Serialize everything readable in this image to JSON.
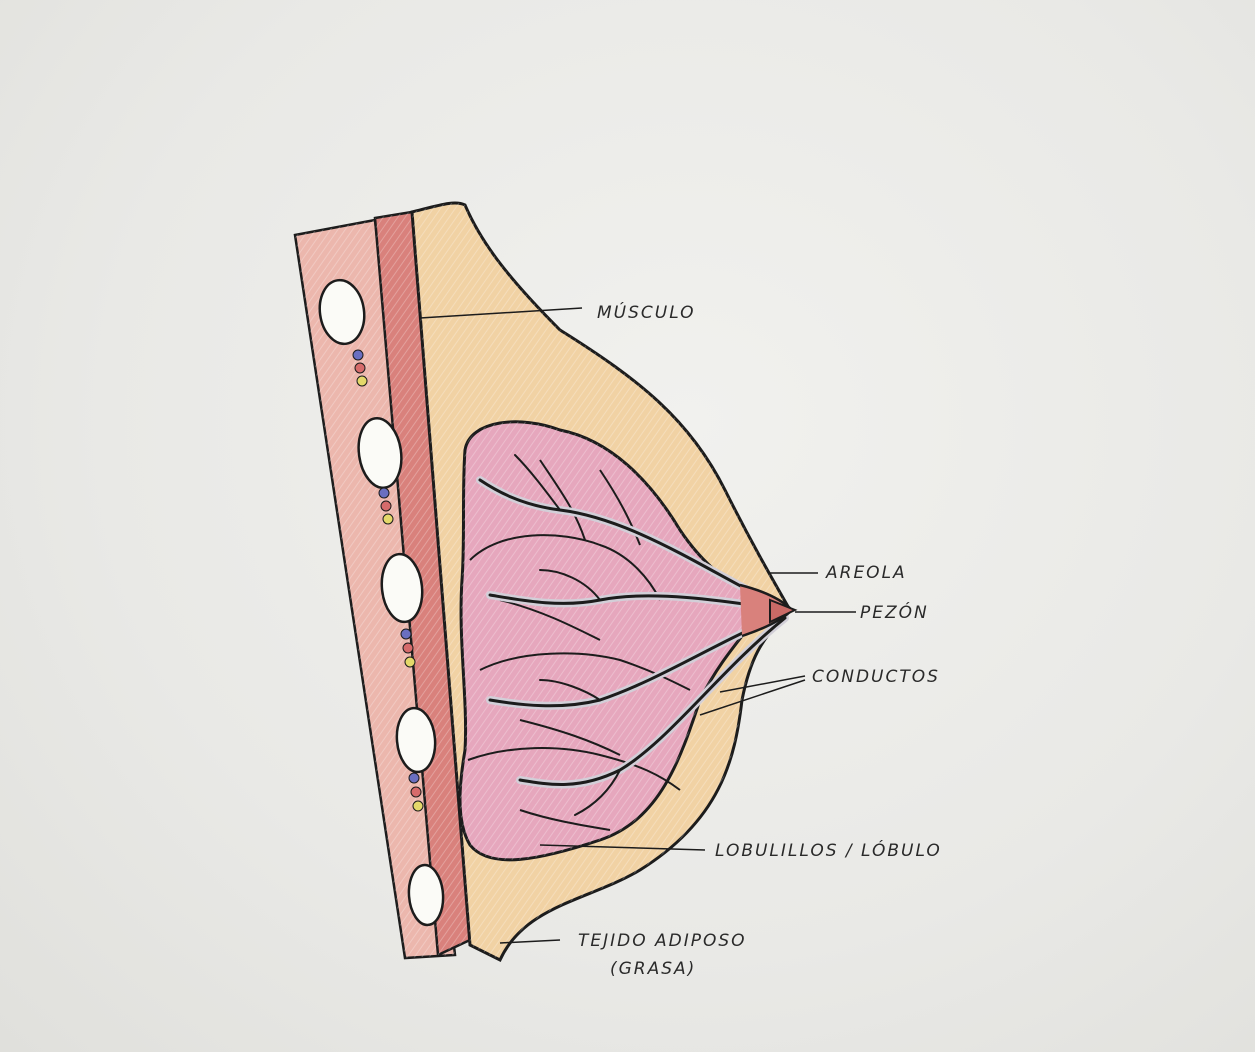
{
  "labels": {
    "musculo": "MÚSCULO",
    "areola": "AREOLA",
    "pezon": "PEZÓN",
    "conductos": "CONDUCTOS",
    "lobulillos": "LOBULILLOS / LÓBULO",
    "tejido_line1": "TEJIDO ADIPOSO",
    "tejido_line2": "(GRASA)"
  },
  "colors": {
    "paper": "#ebebe8",
    "outline": "#1c1c1c",
    "fat": "#f1d2a4",
    "muscle": "#d9817c",
    "chest_wall": "#ecb7ad",
    "lobule": "#e6a7bd",
    "duct": "#d2cfd8",
    "rib": "#fbfbf7"
  }
}
